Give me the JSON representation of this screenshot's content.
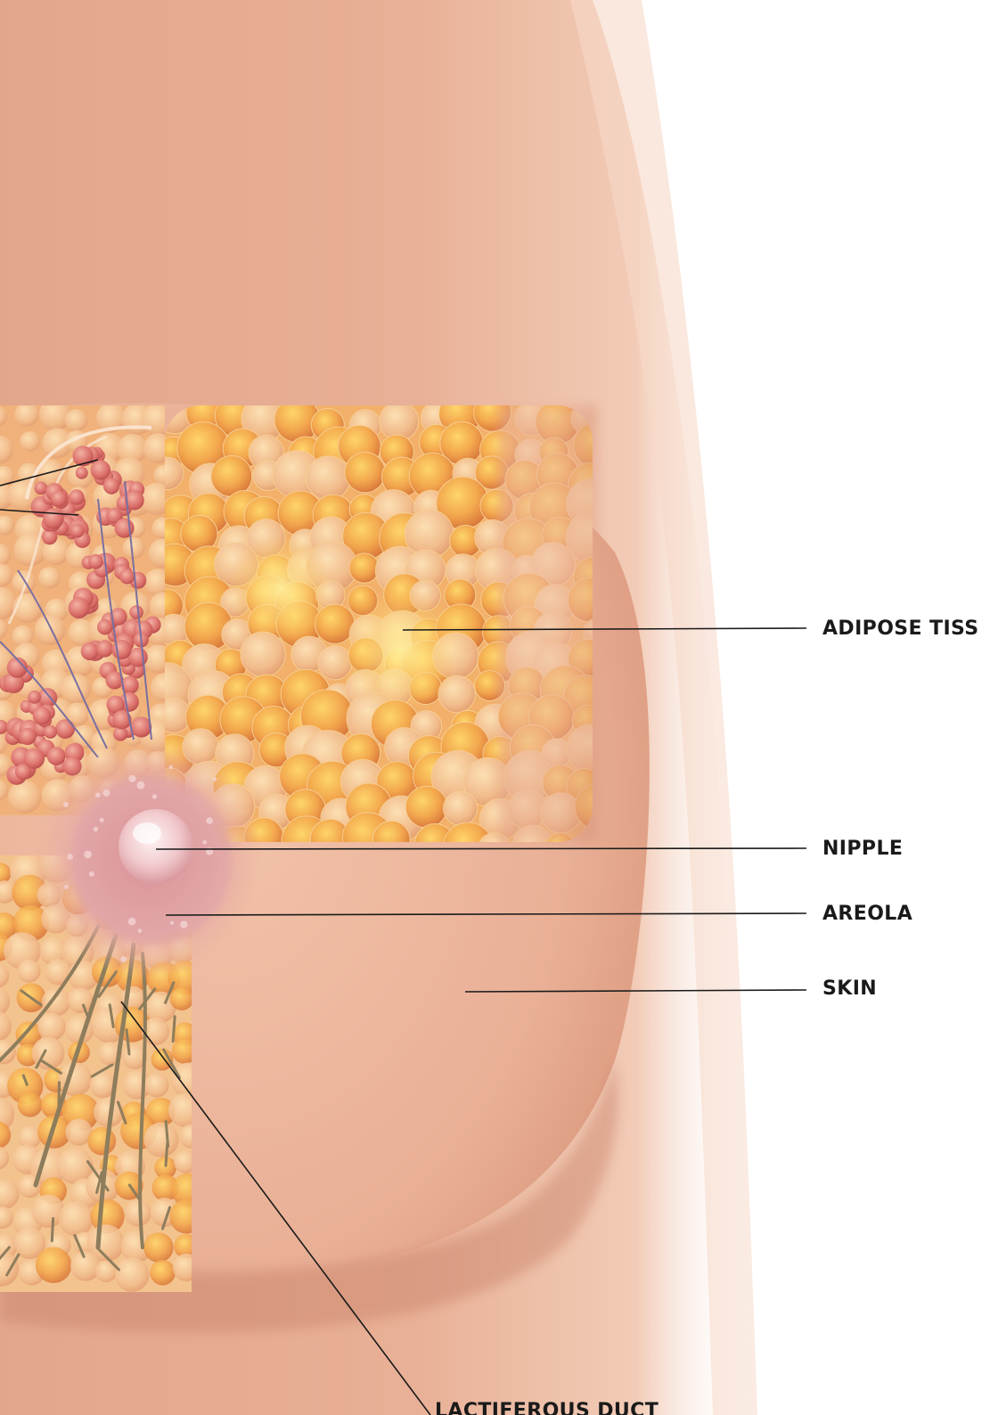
{
  "labels": {
    "adipose_tissue": "ADIPOSE TISS",
    "nipple": "NIPPLE",
    "areola": "AREOLA",
    "skin": "SKIN",
    "lactiferous_duct": "LACTIFEROUS DUCT"
  },
  "colors": {
    "skin": "#e6ad92",
    "skin_light": "#f2cdb8",
    "background": "#ffffff",
    "adipose": "#f0a04a",
    "adipose_highlight": "#ffd85a",
    "lobule": "#d9736c",
    "areola": "#dfa2a0",
    "nipple": "#f3d9dc",
    "duct": "#8e7d5c",
    "leader_line": "#1a1a1a"
  }
}
